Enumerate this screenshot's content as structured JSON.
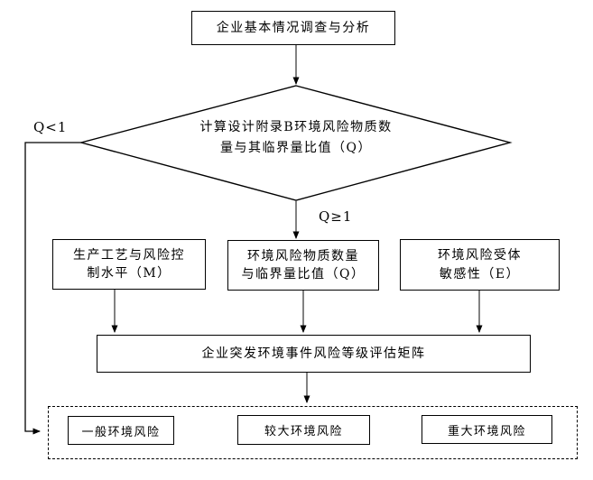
{
  "flowchart": {
    "title_box": "企业基本情况调查与分析",
    "decision": {
      "line1": "计算设计附录B环境风险物质数",
      "line2": "量与其临界量比值（Q）"
    },
    "branch_labels": {
      "q_less_than_1": "Q<1",
      "q_greater_equal_1": "Q≥1"
    },
    "factor_boxes": {
      "m": {
        "line1": "生产工艺与风险控",
        "line2": "制水平（M）"
      },
      "q": {
        "line1": "环境风险物质数量",
        "line2": "与临界量比值（Q）"
      },
      "e": {
        "line1": "环境风险受体",
        "line2": "敏感性（E）"
      }
    },
    "matrix_box": "企业突发环境事件风险等级评估矩阵",
    "result_boxes": {
      "general": "一般环境风险",
      "larger": "较大环境风险",
      "major": "重大环境风险"
    }
  },
  "colors": {
    "background": "#ffffff",
    "box_border": "#000000",
    "connector": "#3f3f3f",
    "text": "#000000"
  }
}
